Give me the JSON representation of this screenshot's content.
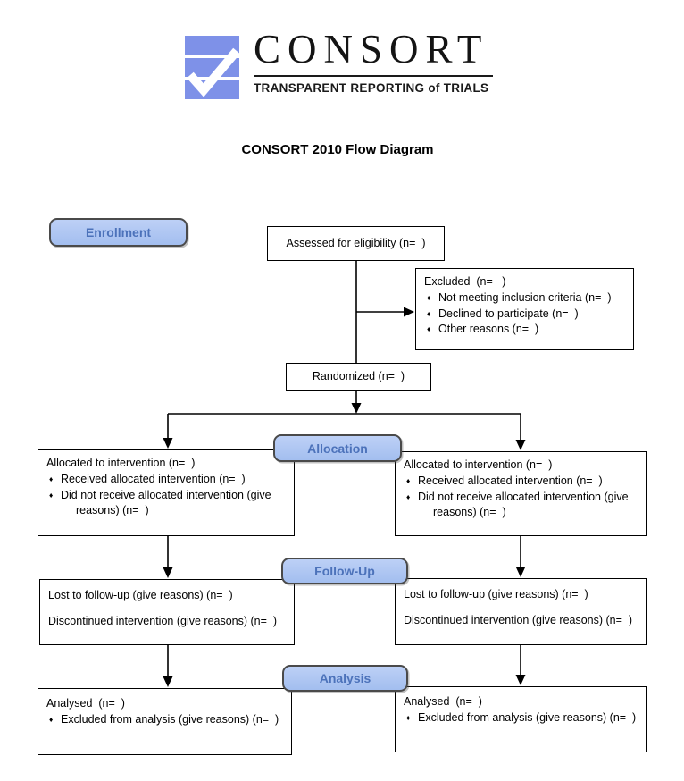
{
  "logo": {
    "brand": "CONSORT",
    "tagline": "TRANSPARENT REPORTING of TRIALS"
  },
  "title": "CONSORT 2010 Flow Diagram",
  "bullet_glyph": "♦",
  "stages": {
    "enrollment": "Enrollment",
    "allocation": "Allocation",
    "followup": "Follow-Up",
    "analysis": "Analysis"
  },
  "boxes": {
    "eligibility": "Assessed for eligibility (n=  )",
    "excluded": {
      "title": "Excluded  (n=   )",
      "bullets": [
        "Not meeting inclusion criteria (n=  )",
        "Declined to participate (n=  )",
        "Other reasons (n=  )"
      ]
    },
    "randomized": "Randomized (n=  )",
    "allocation_left": {
      "title": "Allocated to intervention (n=  )",
      "bullets": [
        "Received allocated intervention (n=  )",
        "Did not receive allocated intervention (give reasons) (n=  )"
      ]
    },
    "allocation_right": {
      "title": "Allocated to intervention (n=  )",
      "bullets": [
        "Received allocated intervention (n=  )",
        "Did not receive allocated intervention (give reasons) (n=  )"
      ]
    },
    "followup_left": {
      "lines": [
        "Lost to follow-up (give reasons) (n=  )",
        "Discontinued intervention (give reasons) (n=  )"
      ]
    },
    "followup_right": {
      "lines": [
        "Lost to follow-up (give reasons) (n=  )",
        "Discontinued intervention (give reasons) (n=  )"
      ]
    },
    "analysis_left": {
      "title": "Analysed  (n=  )",
      "bullets": [
        "Excluded from analysis (give reasons) (n=  )"
      ]
    },
    "analysis_right": {
      "title": "Analysed  (n=  )",
      "bullets": [
        "Excluded from analysis (give reasons) (n=  )"
      ]
    }
  },
  "colors": {
    "logo_blue": "#7e91e8",
    "label_fill": "#a3beef",
    "label_fill_top": "#bdd0f6",
    "label_border": "#4a4a4a",
    "label_text": "#4c72ba",
    "box_border": "#000000",
    "line": "#000000"
  }
}
